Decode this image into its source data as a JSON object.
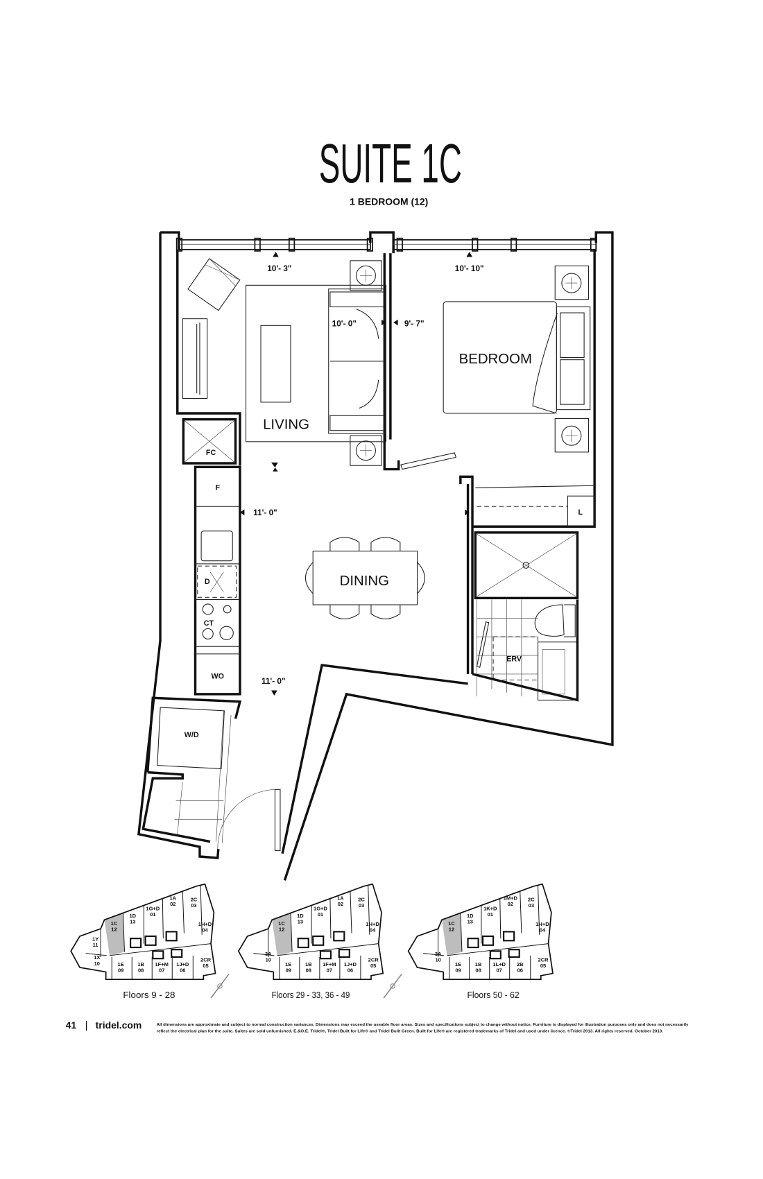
{
  "header": {
    "title": "SUITE 1C",
    "subtitle": "1 BEDROOM (12)"
  },
  "plan": {
    "rooms": {
      "living": "LIVING",
      "bedroom": "BEDROOM",
      "dining": "DINING"
    },
    "fixtures": {
      "fc": "FC",
      "fridge": "F",
      "dishwasher": "D",
      "cooktop": "CT",
      "wall_oven": "WO",
      "washer_dryer": "W/D",
      "erv": "ERV",
      "linen": "L"
    },
    "dimensions": {
      "living_width": "10'- 3\"",
      "living_length": "10'- 0\"",
      "bedroom_width": "10'- 10\"",
      "bedroom_length": "9'- 7\"",
      "dining_width": "11'- 0\"",
      "dining_length": "11'- 0\""
    }
  },
  "keyplans": [
    {
      "caption": "Floors 9 - 28",
      "highlight": "1C",
      "units": [
        {
          "name": "2C",
          "num": "03"
        },
        {
          "name": "1A",
          "num": "02"
        },
        {
          "name": "1G+D",
          "num": "01"
        },
        {
          "name": "1D",
          "num": "13"
        },
        {
          "name": "1C",
          "num": "12"
        },
        {
          "name": "1H+D",
          "num": "04"
        },
        {
          "name": "1Y",
          "num": "11"
        },
        {
          "name": "1X",
          "num": "10"
        },
        {
          "name": "1E",
          "num": "09"
        },
        {
          "name": "1B",
          "num": "08"
        },
        {
          "name": "1F+M",
          "num": "07"
        },
        {
          "name": "1J+D",
          "num": "06"
        },
        {
          "name": "2CR",
          "num": "05"
        }
      ]
    },
    {
      "caption": "Floors 29 - 33, 36 - 49",
      "highlight": "1C",
      "units": [
        {
          "name": "2C",
          "num": "03"
        },
        {
          "name": "1A",
          "num": "02"
        },
        {
          "name": "1G+D",
          "num": "01"
        },
        {
          "name": "1D",
          "num": "13"
        },
        {
          "name": "1C",
          "num": "12"
        },
        {
          "name": "1H+D",
          "num": "04"
        },
        {
          "name": "3A",
          "num": "10"
        },
        {
          "name": "1E",
          "num": "09"
        },
        {
          "name": "1B",
          "num": "08"
        },
        {
          "name": "1F+M",
          "num": "07"
        },
        {
          "name": "1J+D",
          "num": "06"
        },
        {
          "name": "2CR",
          "num": "05"
        }
      ]
    },
    {
      "caption": "Floors 50 - 62",
      "highlight": "1C",
      "units": [
        {
          "name": "2C",
          "num": "03"
        },
        {
          "name": "1M+D",
          "num": "02"
        },
        {
          "name": "1K+D",
          "num": "01"
        },
        {
          "name": "1D",
          "num": "13"
        },
        {
          "name": "1C",
          "num": "12"
        },
        {
          "name": "1H+D",
          "num": "04"
        },
        {
          "name": "3A",
          "num": "10"
        },
        {
          "name": "1E",
          "num": "09"
        },
        {
          "name": "1B",
          "num": "08"
        },
        {
          "name": "1L+D",
          "num": "07"
        },
        {
          "name": "2B",
          "num": "06"
        },
        {
          "name": "2CR",
          "num": "05"
        }
      ]
    }
  ],
  "footer": {
    "page_number": "41",
    "separator": "|",
    "website": "tridel.com",
    "disclaimer_line1": "All dimensions are approximate and subject to normal construction variances. Dimensions may exceed the useable floor areas. Sizes and specifications subject to change without notice. Furniture is displayed for illustration purposes only and does not necessarily",
    "disclaimer_line2": "reflect the electrical plan for the suite. Suites are sold unfurnished. E.&O.E. Tridel®, Tridel Built for Life® and Tridel Built Green. Built for Life® are registered trademarks of Tridel and used under licence. ©Tridel 2013. All rights reserved. October 2013."
  }
}
